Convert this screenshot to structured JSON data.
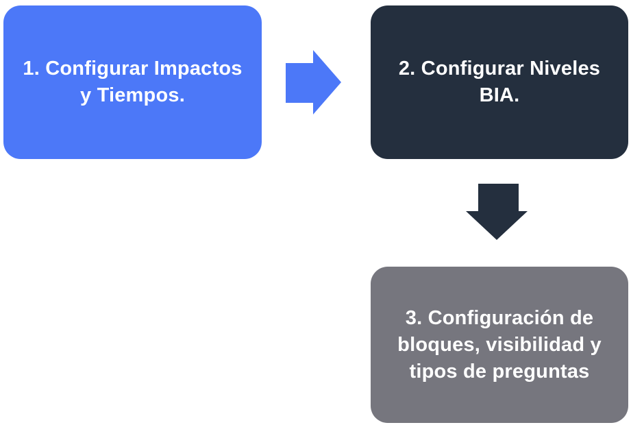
{
  "diagram": {
    "background_color": "#FFFFFF",
    "steps": [
      {
        "label": "1. Configurar Impactos y Tiempos.",
        "lines": [
          "1. Configurar Impactos",
          "y Tiempos."
        ],
        "bg_color": "#4C78F8",
        "text_color": "#FFFFFF"
      },
      {
        "label": "2. Configurar Niveles BIA.",
        "lines": [
          "2. Configurar Niveles",
          "BIA."
        ],
        "bg_color": "#242F3E",
        "text_color": "#FFFFFF"
      },
      {
        "label": "3. Configuración de bloques, visibilidad y tipos de preguntas",
        "lines": [
          "3. Configuración de",
          "bloques, visibilidad y",
          "tipos de preguntas"
        ],
        "bg_color": "#76767E",
        "text_color": "#FFFFFF"
      }
    ],
    "arrows": [
      {
        "direction": "right",
        "color": "#4C78F8"
      },
      {
        "direction": "down",
        "color": "#242F3E"
      }
    ]
  }
}
